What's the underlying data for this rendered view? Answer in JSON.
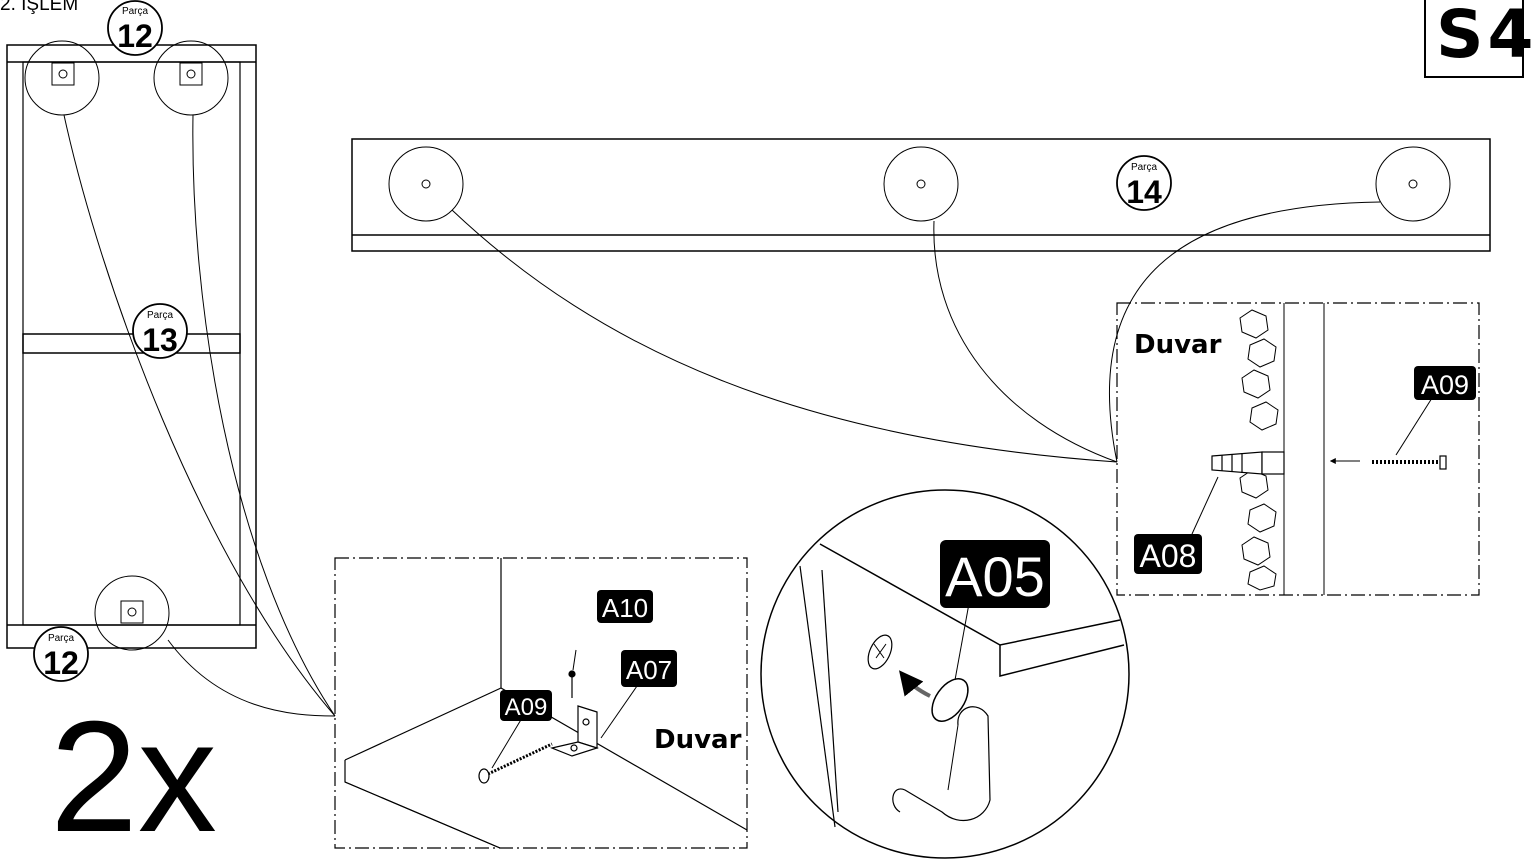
{
  "step_title": "2. İŞLEM",
  "page_code": "S4",
  "multiplier": "2x",
  "part_word": "Parça",
  "parts": {
    "p12_top": "12",
    "p12_bottom": "12",
    "p13": "13",
    "p14": "14"
  },
  "hardware": {
    "a05": "A05",
    "a07": "A07",
    "a08": "A08",
    "a09_wall": "A09",
    "a09_bracket": "A09",
    "a10": "A10"
  },
  "wall_label": "Duvar",
  "colors": {
    "line": "#000000",
    "label_bg": "#000000",
    "label_text": "#ffffff",
    "arrow": "#555555"
  }
}
